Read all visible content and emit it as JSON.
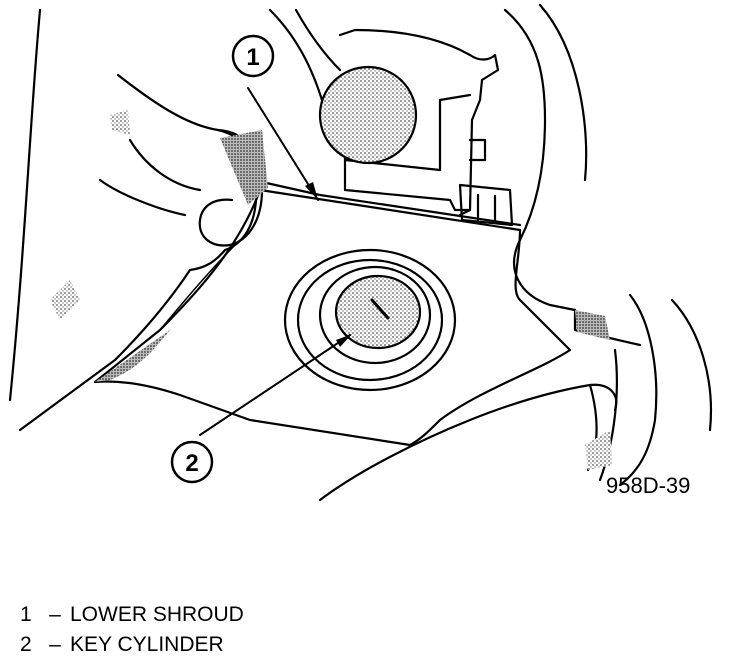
{
  "figure_code": "958D-39",
  "callouts": [
    {
      "number": "1",
      "label": "LOWER SHROUD"
    },
    {
      "number": "2",
      "label": "KEY CYLINDER"
    }
  ],
  "legend_separator": "–",
  "colors": {
    "ink": "#000000",
    "shade": "#9a9a9a",
    "paper": "#ffffff"
  }
}
